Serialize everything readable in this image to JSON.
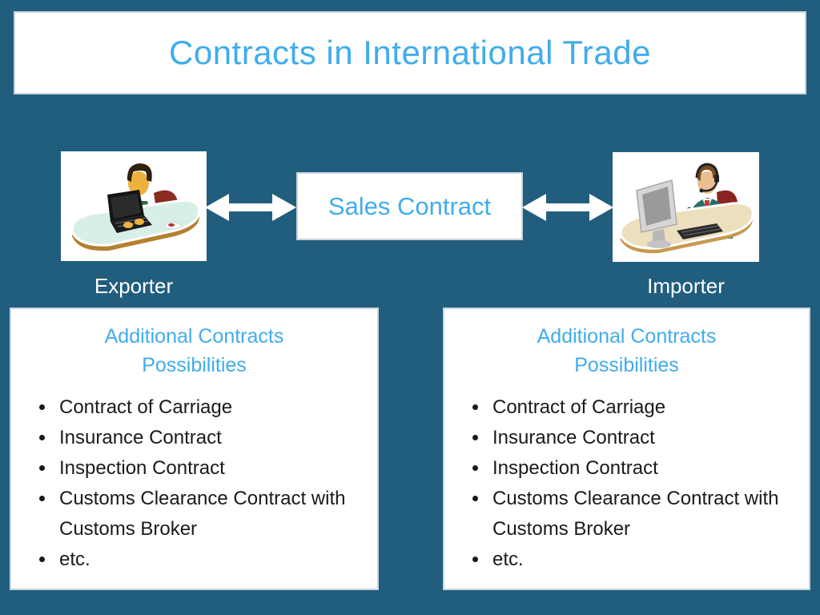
{
  "colors": {
    "background": "#215E7E",
    "accent_blue": "#41ACEC",
    "panel_border": "#C9D4DD",
    "body_text": "#1A1A1A",
    "label_white": "#FFFFFF"
  },
  "header": {
    "title": "Contracts in International Trade"
  },
  "flow": {
    "exporter_label": "Exporter",
    "importer_label": "Importer",
    "sales_contract_label": "Sales Contract",
    "exporter_icon": "exporter-at-laptop-illustration",
    "importer_icon": "importer-at-computer-illustration",
    "connector_icon": "double-headed-arrow"
  },
  "panels": {
    "left": {
      "title_line1": "Additional Contracts",
      "title_line2": "Possibilities",
      "items": [
        "Contract of Carriage",
        "Insurance Contract",
        "Inspection Contract",
        "Customs Clearance Contract with Customs Broker",
        "etc."
      ]
    },
    "right": {
      "title_line1": "Additional Contracts",
      "title_line2": "Possibilities",
      "items": [
        "Contract of Carriage",
        "Insurance Contract",
        "Inspection Contract",
        "Customs Clearance Contract with Customs Broker",
        "etc."
      ]
    }
  }
}
